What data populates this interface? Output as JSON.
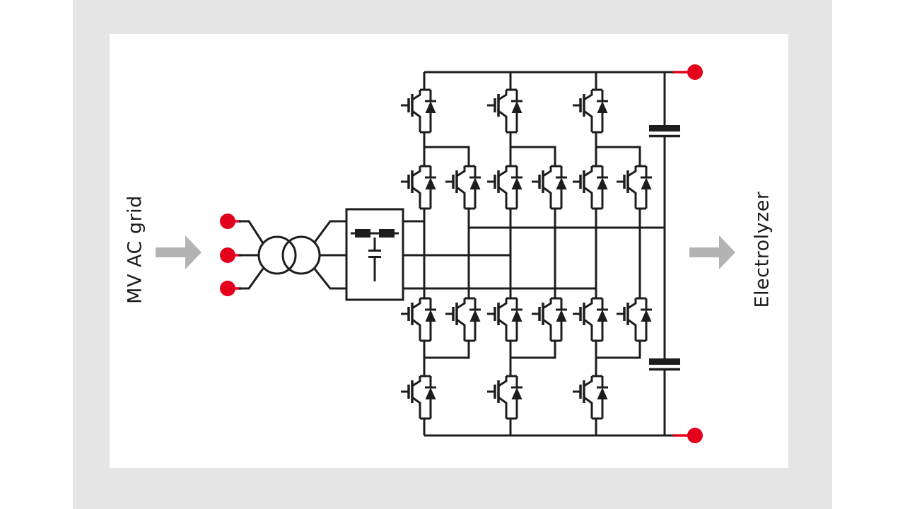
{
  "labels": {
    "source": "MV AC grid",
    "load": "Electrolyzer"
  },
  "colors": {
    "line": "#1d1d1b",
    "terminal_red": "#e4001c",
    "arrow_gray": "#b3b3b3",
    "stage_gray": "#e5e5e5",
    "text_black": "#1c1c1c"
  },
  "diagram": {
    "description": "Single-line power circuit: MV AC grid feeds a three-phase transformer, an LC line filter, and a three-phase three-level IGBT converter with split DC-link capacitors supplying an electrolyzer",
    "components": {
      "ac_terminals": 3,
      "transformer": "two overlapping circles (two-winding transformer)",
      "filter": "series chokes with shunt capacitor in box",
      "igbt_switches": 18,
      "dc_link_capacitors": 2,
      "dc_terminals": 2
    }
  }
}
